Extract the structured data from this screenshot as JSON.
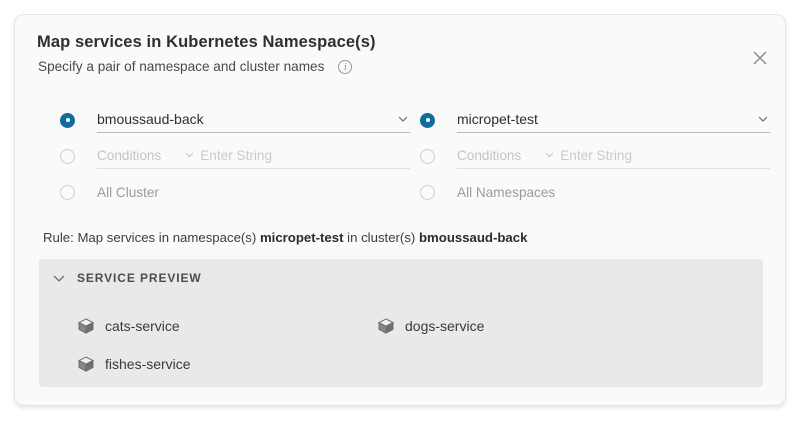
{
  "dialog": {
    "title": "Map services in Kubernetes Namespace(s)",
    "subtitle": "Specify a pair of namespace and cluster names",
    "info_icon": "info-icon",
    "close_icon": "close-icon",
    "accent_color": "#0f6d9e",
    "panel_color": "#e9e9e9"
  },
  "cluster_column": {
    "selected_value": "bmoussaud-back",
    "conditions_label": "Conditions",
    "conditions_placeholder": "Enter String",
    "all_label": "All Cluster"
  },
  "namespace_column": {
    "selected_value": "micropet-test",
    "conditions_label": "Conditions",
    "conditions_placeholder": "Enter String",
    "all_label": "All Namespaces"
  },
  "rule": {
    "prefix": "Rule: Map services in namespace(s) ",
    "namespace": "micropet-test",
    "middle": " in cluster(s) ",
    "cluster": "bmoussaud-back"
  },
  "preview": {
    "title": "SERVICE PREVIEW",
    "chevron_icon": "chevron-down-icon",
    "services": [
      {
        "name": "cats-service",
        "icon": "cube-icon"
      },
      {
        "name": "dogs-service",
        "icon": "cube-icon"
      },
      {
        "name": "fishes-service",
        "icon": "cube-icon"
      }
    ]
  }
}
